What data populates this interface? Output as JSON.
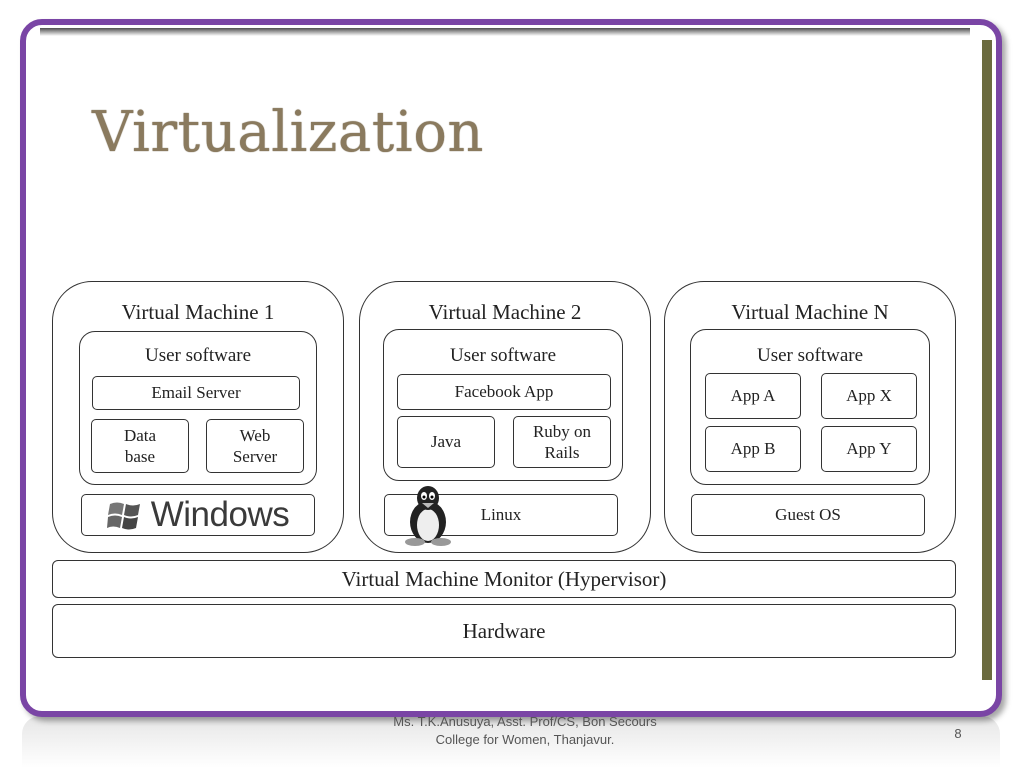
{
  "slide": {
    "title": "Virtualization",
    "footer_credit_line1": "Ms. T.K.Anusuya, Asst. Prof/CS, Bon Secours",
    "footer_credit_line2": "College for Women, Thanjavur.",
    "page_number": "8",
    "frame_color": "#7a45a5"
  },
  "diagram": {
    "vm1": {
      "title": "Virtual Machine 1",
      "user_software": "User software",
      "app_top": "Email Server",
      "app_left_1": "Data",
      "app_left_2": "base",
      "app_right_1": "Web",
      "app_right_2": "Server",
      "os": "Windows",
      "os_icon": "windows-logo-icon"
    },
    "vm2": {
      "title": "Virtual Machine 2",
      "user_software": "User software",
      "app_top": "Facebook App",
      "app_left": "Java",
      "app_right_1": "Ruby on",
      "app_right_2": "Rails",
      "os": "Linux",
      "os_icon": "tux-penguin-icon"
    },
    "vmn": {
      "title": "Virtual Machine N",
      "user_software": "User software",
      "app_a": "App A",
      "app_x": "App X",
      "app_b": "App B",
      "app_y": "App Y",
      "os": "Guest OS"
    },
    "hypervisor": "Virtual Machine Monitor (Hypervisor)",
    "hardware": "Hardware"
  }
}
